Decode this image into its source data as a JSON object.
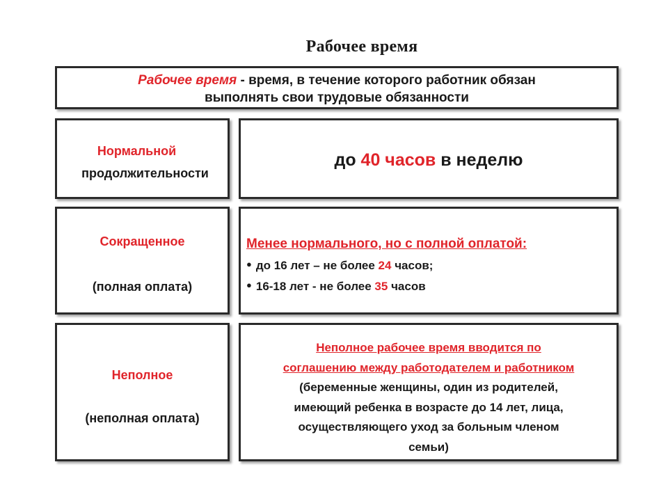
{
  "title": "Рабочее время",
  "definition": {
    "term": "Рабочее время",
    "line1_rest": " - время,  в течение которого работник обязан",
    "line2": "выполнять свои трудовые обязанности"
  },
  "normal": {
    "label_line1": "Нормальной",
    "label_line2": "продолжительности",
    "value_prefix": "до ",
    "value_highlight": "40 часов",
    "value_suffix": " в неделю"
  },
  "shortened": {
    "label": "Сокращенное",
    "sublabel": "(полная оплата)",
    "heading": "Менее нормального, но с полной оплатой:",
    "bullets": [
      {
        "text": "до 16 лет – не более  ",
        "num": "24",
        "tail": " часов;"
      },
      {
        "text": "16-18 лет - не более ",
        "num": "35",
        "tail": " часов"
      }
    ]
  },
  "partial": {
    "label": "Неполное",
    "sublabel": "(неполная оплата)",
    "heading_line1": "Неполное рабочее время вводится по ",
    "heading_line2": "соглашению между работодателем и работником ",
    "body_lines": [
      "(беременные женщины, один из родителей,",
      "имеющий ребенка в возрасте до 14 лет, лица,",
      "осуществляющего уход за больным членом",
      "семьи)"
    ]
  },
  "colors": {
    "accent": "#e0242a",
    "text": "#1a1a1a",
    "border": "#2a2a2a"
  },
  "icons": {
    "bullet": "bullet-dot-icon"
  }
}
